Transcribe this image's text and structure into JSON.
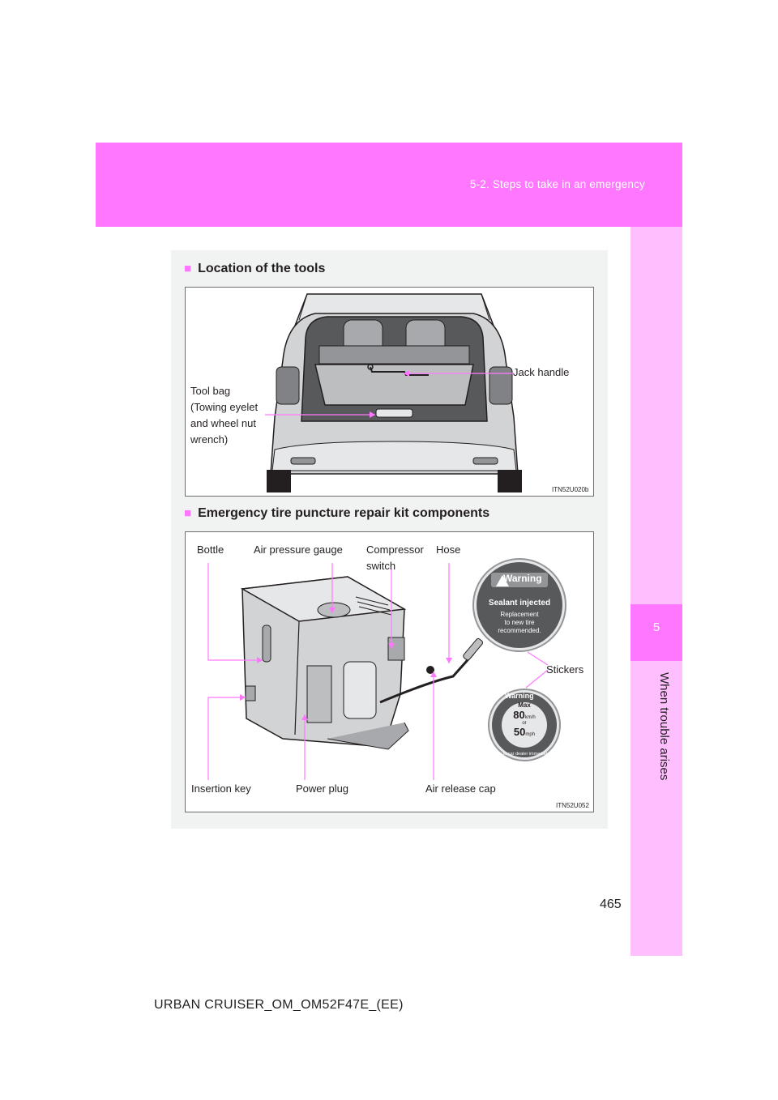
{
  "header": {
    "section": "5-2. Steps to take in an emergency"
  },
  "side_tab": {
    "chapter_number": "5",
    "chapter_title": "When trouble arises"
  },
  "section1": {
    "title": "Location of the tools",
    "figure_id": "ITN52U020b",
    "labels": {
      "jack_handle": "Jack handle",
      "tool_bag_lines": [
        "Tool bag",
        "(Towing eyelet",
        "and wheel nut",
        "wrench)"
      ]
    }
  },
  "section2": {
    "title": "Emergency tire puncture repair kit components",
    "figure_id": "ITN52U052",
    "labels": {
      "bottle": "Bottle",
      "air_pressure_gauge": "Air pressure gauge",
      "compressor_switch_lines": [
        "Compressor",
        "switch"
      ],
      "hose": "Hose",
      "stickers": "Stickers",
      "insertion_key": "Insertion key",
      "power_plug": "Power plug",
      "air_release_cap": "Air release cap"
    },
    "sticker1": {
      "warning": "Warning",
      "headline": "Sealant injected",
      "lines": [
        "Replacement",
        "to new tire",
        "recommended."
      ]
    },
    "sticker2": {
      "warning": "Warning",
      "max": "Max",
      "speed_kmh": "80",
      "unit_kmh": "km/h",
      "or": "or",
      "speed_mph": "50",
      "unit_mph": "mph",
      "arc_text": "Go to car dealer immediately"
    }
  },
  "page_number": "465",
  "footer": "URBAN CRUISER_OM_OM52F47E_(EE)",
  "colors": {
    "accent": "#ff77ff",
    "tab_light": "#ffbfff",
    "panel": "#f1f2f2",
    "sticker": "#58595b"
  }
}
